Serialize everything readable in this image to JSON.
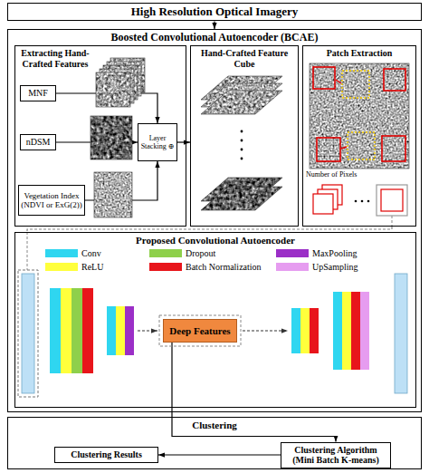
{
  "diagram": {
    "nodes": [
      {
        "text": [
          "High Resolution Optical Imagery"
        ]
      },
      {
        "text": [
          "Boosted Convolutional Autoencoder (BCAE)"
        ]
      },
      {
        "text": [
          "Extracting Hand-Crafted Features"
        ],
        "in": 1
      },
      {
        "text": [
          "MNF"
        ],
        "in": 2
      },
      {
        "text": [
          "nDSM"
        ],
        "in": 2
      },
      {
        "text": [
          "Vegetation Index (NDVI or ExG(2))"
        ],
        "in": 2
      },
      {
        "text": [
          "Layer Stacking ⊕"
        ],
        "in": 2
      },
      {
        "text": [
          "Hand-Crafted Feature Cube"
        ],
        "in": 1
      },
      {
        "text": [
          "Patch Extraction"
        ],
        "in": 1
      },
      {
        "text": [
          "Proposed Convolutional Autoencoder"
        ],
        "in": 1
      },
      {
        "text": [
          "Deep Features"
        ],
        "in": 9
      },
      {
        "text": [
          "Clustering"
        ]
      },
      {
        "text": [
          "Clustering Results"
        ],
        "in": 11
      },
      {
        "text": [
          "Clustering Algorithm (Mini Batch K-means)"
        ],
        "in": 11
      }
    ],
    "edges": [
      {
        "from": 0,
        "to": 1,
        "arrow": "to"
      },
      {
        "from": 3,
        "to": 6,
        "arrow": "to"
      },
      {
        "from": 4,
        "to": 6,
        "arrow": "to"
      },
      {
        "from": 5,
        "to": 6,
        "arrow": "to"
      },
      {
        "from": 6,
        "to": 7,
        "arrow": "to"
      },
      {
        "from": 8,
        "to": 9,
        "arrow": "none"
      },
      {
        "from": 10,
        "to": 13,
        "arrow": "to"
      },
      {
        "from": 13,
        "to": 12,
        "arrow": "to"
      }
    ],
    "labels": [
      "Number of Pixels"
    ],
    "legend": [
      {
        "text": "Conv",
        "color": "#2fd6f0"
      },
      {
        "text": "Dropout",
        "color": "#8ed04b"
      },
      {
        "text": "MaxPooling",
        "color": "#9b2fc7"
      },
      {
        "text": "ReLU",
        "color": "#ffff3c"
      },
      {
        "text": "Batch Normalization",
        "color": "#e8151b"
      },
      {
        "text": "UpSampling",
        "color": "#e69cf0"
      }
    ]
  }
}
